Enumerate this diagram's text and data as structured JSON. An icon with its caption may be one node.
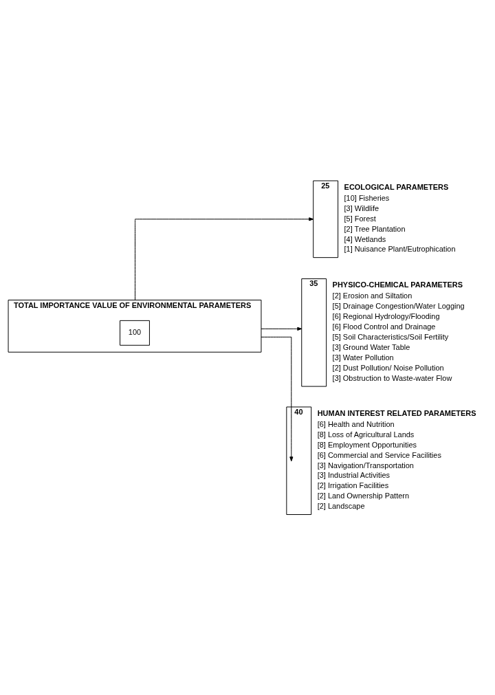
{
  "diagram": {
    "nodes": [
      {
        "text": [
          "TOTAL IMPORTANCE VALUE OF ENVIRONMENTAL PARAMETERS"
        ]
      },
      {
        "text": [
          "100"
        ],
        "in": 0
      },
      {
        "text": [
          "25",
          "ECOLOGICAL PARAMETERS"
        ],
        "beside": [
          "[10] Fisheries",
          "[3] Wildlife",
          "[5] Forest",
          "[2] Tree Plantation",
          "[4] Wetlands",
          "[1] Nuisance Plant/Eutrophication"
        ]
      },
      {
        "text": [
          "35",
          "PHYSICO-CHEMICAL PARAMETERS"
        ],
        "beside": [
          "[2] Erosion and Siltation",
          "[5] Drainage Congestion/Water Logging",
          "[6] Regional Hydrology/Flooding",
          "[6] Flood Control and Drainage",
          "[5] Soil Characteristics/Soil Fertility",
          "[3] Ground Water Table",
          "[3] Water Pollution",
          "[2] Dust Pollution/ Noise Pollution",
          "[3] Obstruction to Waste-water Flow"
        ]
      },
      {
        "text": [
          "40",
          "HUMAN INTEREST RELATED PARAMETERS"
        ],
        "beside": [
          "[6] Health and Nutrition",
          "[8] Loss of Agricultural Lands",
          "[8] Employment Opportunities",
          "[6] Commercial and Service Facilities",
          "[3] Navigation/Transportation",
          "[3] Industrial Activities",
          "[2] Irrigation Facilities",
          "[2] Land Ownership Pattern",
          "[2] Landscape"
        ]
      }
    ],
    "edges": [
      {
        "from": 0,
        "to": 2,
        "arrow": "to"
      },
      {
        "from": 0,
        "to": 3,
        "arrow": "to"
      },
      {
        "from": 0,
        "to": 4,
        "arrow": "to"
      }
    ]
  }
}
